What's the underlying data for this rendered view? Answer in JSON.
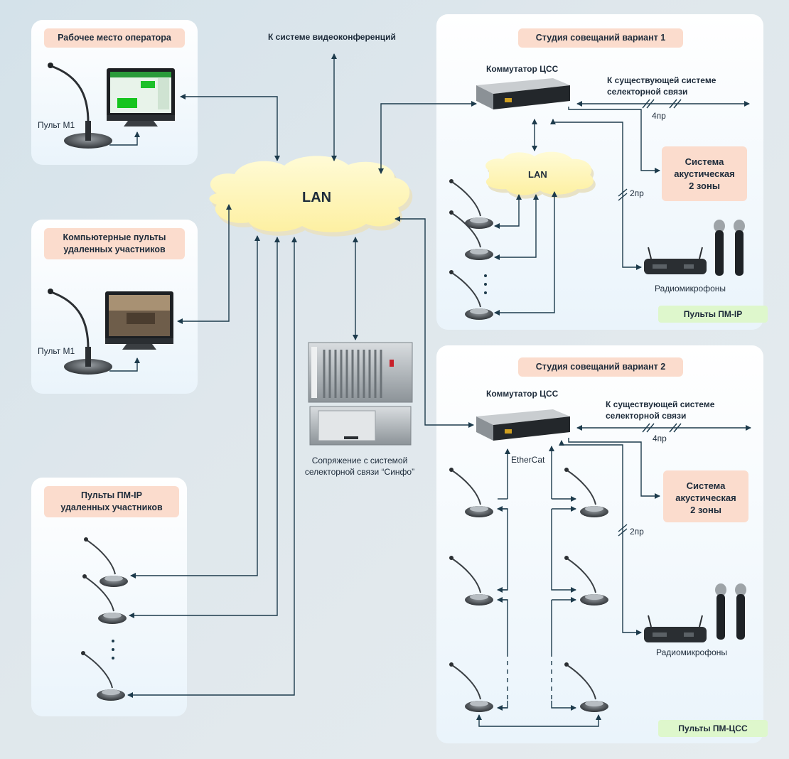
{
  "operator": {
    "title": "Рабочее место оператора",
    "console_label": "Пульт М1"
  },
  "video_conf": {
    "label": "К системе видеоконференций"
  },
  "lan_main": {
    "label": "LAN"
  },
  "remote_pc": {
    "title_line1": "Компьютерные пульты",
    "title_line2": "удаленных участников",
    "console_label": "Пульт М1"
  },
  "remote_pm": {
    "title_line1": "Пульты ПМ-IP",
    "title_line2": "удаленных участников"
  },
  "sinfo": {
    "line1": "Сопряжение с системой",
    "line2": "селекторной связи “Синфо”"
  },
  "studio1": {
    "title": "Студия совещаний вариант 1",
    "switch_label": "Коммутатор ЦСС",
    "ext_line1": "К существующей системе",
    "ext_line2": "селекторной связи",
    "wire_4": "4пр",
    "wire_2": "2пр",
    "acoustic_line1": "Система",
    "acoustic_line2": "акустическая",
    "acoustic_line3": "2 зоны",
    "lan_label": "LAN",
    "radio_label": "Радиомикрофоны",
    "consoles_label": "Пульты ПМ-IP"
  },
  "studio2": {
    "title": "Студия совещаний вариант 2",
    "switch_label": "Коммутатор ЦСС",
    "ext_line1": "К существующей системе",
    "ext_line2": "селекторной связи",
    "wire_4": "4пр",
    "wire_2": "2пр",
    "acoustic_line1": "Система",
    "acoustic_line2": "акустическая",
    "acoustic_line3": "2 зоны",
    "bus_label": "EtherCat",
    "radio_label": "Радиомикрофоны",
    "consoles_label": "Пульты ПМ-ЦСС"
  }
}
